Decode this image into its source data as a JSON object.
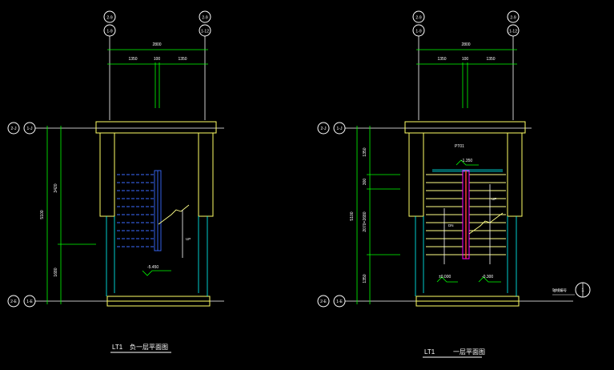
{
  "colors": {
    "background": "#000000",
    "wall": "#ffff66",
    "dimension": "#00ff00",
    "stair_blue": "#3b6cff",
    "stair_yellow": "#ffff88",
    "text": "#ffffff",
    "cyan": "#00ffff",
    "magenta": "#ff00ff",
    "red": "#ff3b3b"
  },
  "drawing_left": {
    "axis_top_left": [
      "2-9",
      "1-9"
    ],
    "axis_top_right": [
      "2-9",
      "1-12"
    ],
    "axis_left_upper": [
      "2-J",
      "1-J"
    ],
    "axis_left_lower": [
      "2-E",
      "1-E"
    ],
    "dim_total": "2800",
    "dim_segments": [
      "1350",
      "100",
      "1350"
    ],
    "dim_vert_total": "5100",
    "dim_vert_upper": "3420",
    "dim_vert_lower": "1680",
    "level": "-5.450",
    "up_label": "UP",
    "title_code": "LT1",
    "title_text": "负一层平面图"
  },
  "drawing_right": {
    "axis_top_left": [
      "2-9",
      "1-9"
    ],
    "axis_top_right": [
      "2-9",
      "1-12"
    ],
    "axis_left_upper": [
      "2-J",
      "1-J"
    ],
    "axis_left_lower": [
      "2-E",
      "1-E"
    ],
    "dim_total": "2800",
    "dim_segments": [
      "1350",
      "100",
      "1350"
    ],
    "dim_vert_total": "5100",
    "dim_vert_parts": [
      "1350",
      "300",
      "2070=2680",
      "1350"
    ],
    "room_label": "PT01",
    "level_upper": "-1.350",
    "level_left": "±0.000",
    "level_right": "-0.300",
    "up_label": "UP",
    "dn_label": "DN",
    "axis_right_label": "1",
    "axis_right_note": "轴线编号",
    "title_code": "LT1",
    "title_text": "一层平面图"
  }
}
